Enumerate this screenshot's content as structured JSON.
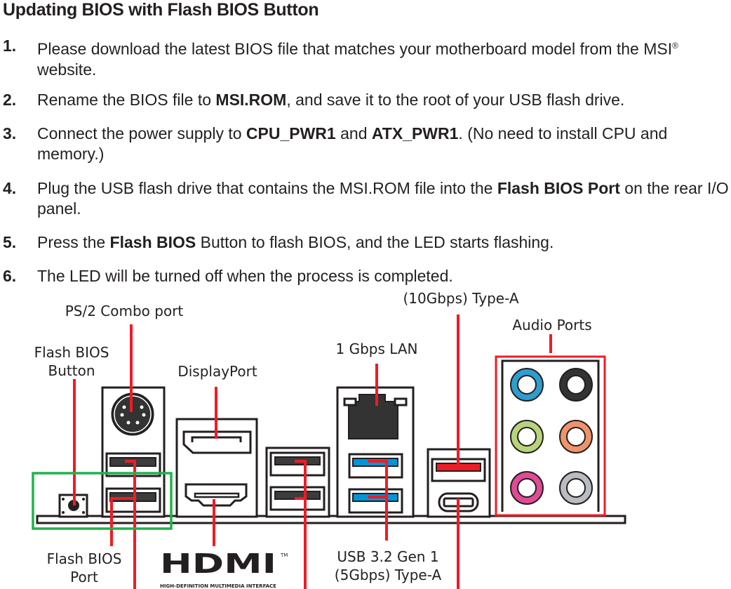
{
  "title": "Updating BIOS with Flash BIOS Button",
  "steps": [
    {
      "num": "1.",
      "parts": [
        "Please download the latest BIOS file that matches your motherboard model from the MSI",
        "®",
        " website."
      ]
    },
    {
      "num": "2.",
      "parts": [
        "Rename the BIOS file to ",
        "MSI.ROM",
        ", and save it to the root of your USB flash drive."
      ]
    },
    {
      "num": "3.",
      "parts": [
        "Connect the power supply to ",
        "CPU_PWR1",
        " and ",
        "ATX_PWR1",
        ". (No need to install CPU and memory.)"
      ]
    },
    {
      "num": "4.",
      "parts": [
        "Plug the USB flash drive that contains the MSI.ROM file into the ",
        "Flash BIOS Port",
        " on the rear I/O panel."
      ]
    },
    {
      "num": "5.",
      "parts": [
        "Press the ",
        "Flash BIOS",
        " Button to flash BIOS, and the LED starts flashing."
      ]
    },
    {
      "num": "6.",
      "parts": [
        "The LED will be turned off when the process is completed."
      ]
    }
  ],
  "diagram": {
    "labels": {
      "usb_10g": "(10Gbps) Type-A",
      "ps2": "PS/2 Combo port",
      "flash_button_1": "Flash BIOS",
      "flash_button_2": "Button",
      "displayport": "DisplayPort",
      "lan": "1 Gbps LAN",
      "audio": "Audio Ports",
      "flash_port_1": "Flash BIOS",
      "flash_port_2": "Port",
      "usb_5g_1": "USB 3.2 Gen 1",
      "usb_5g_2": "(5Gbps) Type-A",
      "hdmi_logo": "HDMI",
      "hdmi_tagline": "HIGH-DEFINITION MULTIMEDIA INTERFACE",
      "tm": "TM"
    },
    "colors": {
      "leader": "#ee1c25",
      "highlight": "#22b14c",
      "usb3_blue": "#0095d9",
      "audio_blue": "#2e9dd0",
      "audio_black": "#333333",
      "audio_green": "#b8d47a",
      "audio_orange": "#f0936a",
      "audio_pink": "#e04a96",
      "audio_gray": "#b9bcc0"
    }
  }
}
